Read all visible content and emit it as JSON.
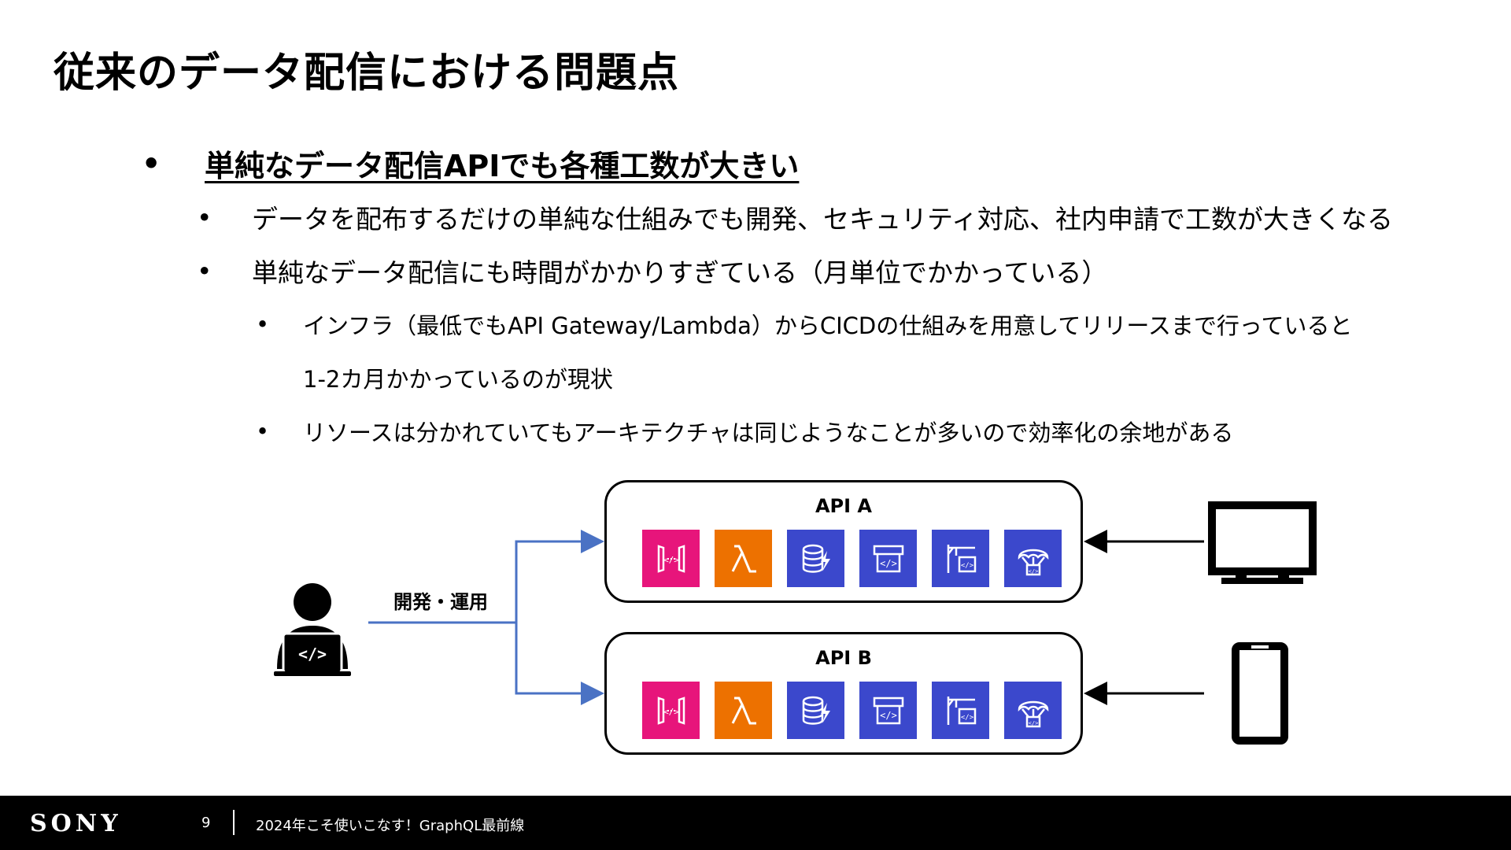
{
  "slide": {
    "title": "従来のデータ配信における問題点",
    "bullets": {
      "main": "単純なデータ配信APIでも各種工数が大きい",
      "sub1": "データを配布するだけの単純な仕組みでも開発、セキュリティ対応、社内申請で工数が大きくなる",
      "sub2": "単純なデータ配信にも時間がかかりすぎている（月単位でかかっている）",
      "sub2a_line1": "インフラ（最低でもAPI Gateway/Lambda）からCICDの仕組みを用意してリリースまで行っていると",
      "sub2a_line2": "1-2カ月かかっているのが現状",
      "sub2b": "リソースは分かれていてもアーキテクチャは同じようなことが多いので効率化の余地がある",
      "marker": "•"
    }
  },
  "diagram": {
    "dev_label": "開発・運用",
    "api_a_label": "API A",
    "api_b_label": "API B",
    "services": [
      "api-gateway",
      "lambda",
      "dynamodb",
      "appsync",
      "codepipeline",
      "codedeploy"
    ],
    "colors": {
      "api_gateway": "#E7157B",
      "lambda": "#ED7100",
      "database": "#3B48CC",
      "connector": "#4A72C4"
    }
  },
  "footer": {
    "logo": "SONY",
    "page_number": "9",
    "title": "2024年こそ使いこなす！GraphQL最前線"
  }
}
